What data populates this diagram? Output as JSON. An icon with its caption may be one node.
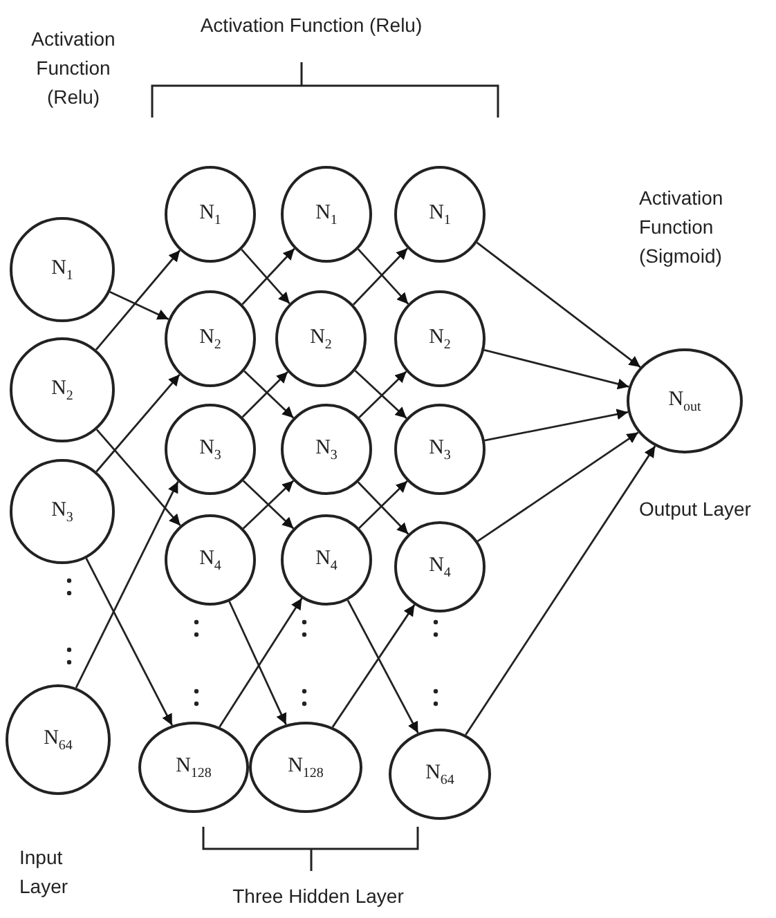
{
  "diagram": {
    "nodes": [
      {
        "text": [
          "N$_{1}$"
        ]
      },
      {
        "text": [
          "N$_{2}$"
        ]
      },
      {
        "text": [
          "N$_{3}$"
        ]
      },
      {
        "text": [
          "N$_{64}$"
        ]
      },
      {
        "text": [
          "N$_{1}$"
        ]
      },
      {
        "text": [
          "N$_{2}$"
        ]
      },
      {
        "text": [
          "N$_{3}$"
        ]
      },
      {
        "text": [
          "N$_{4}$"
        ]
      },
      {
        "text": [
          "N$_{128}$"
        ]
      },
      {
        "text": [
          "N$_{1}$"
        ]
      },
      {
        "text": [
          "N$_{2}$"
        ]
      },
      {
        "text": [
          "N$_{3}$"
        ]
      },
      {
        "text": [
          "N$_{4}$"
        ]
      },
      {
        "text": [
          "N$_{128}$"
        ]
      },
      {
        "text": [
          "N$_{1}$"
        ]
      },
      {
        "text": [
          "N$_{2}$"
        ]
      },
      {
        "text": [
          "N$_{3}$"
        ]
      },
      {
        "text": [
          "N$_{4}$"
        ]
      },
      {
        "text": [
          "N$_{64}$"
        ]
      },
      {
        "text": [
          "N$_{out}$"
        ]
      }
    ],
    "edges": [
      {
        "from": 0,
        "to": 5,
        "arrow": "to"
      },
      {
        "from": 1,
        "to": 4,
        "arrow": "to"
      },
      {
        "from": 1,
        "to": 7,
        "arrow": "to"
      },
      {
        "from": 2,
        "to": 5,
        "arrow": "to"
      },
      {
        "from": 2,
        "to": 8,
        "arrow": "to"
      },
      {
        "from": 3,
        "to": 6,
        "arrow": "to"
      },
      {
        "from": 4,
        "to": 10,
        "arrow": "to"
      },
      {
        "from": 5,
        "to": 9,
        "arrow": "to"
      },
      {
        "from": 5,
        "to": 11,
        "arrow": "to"
      },
      {
        "from": 6,
        "to": 10,
        "arrow": "to"
      },
      {
        "from": 6,
        "to": 12,
        "arrow": "to"
      },
      {
        "from": 7,
        "to": 11,
        "arrow": "to"
      },
      {
        "from": 7,
        "to": 13,
        "arrow": "to"
      },
      {
        "from": 8,
        "to": 12,
        "arrow": "to"
      },
      {
        "from": 9,
        "to": 15,
        "arrow": "to"
      },
      {
        "from": 10,
        "to": 14,
        "arrow": "to"
      },
      {
        "from": 10,
        "to": 16,
        "arrow": "to"
      },
      {
        "from": 11,
        "to": 15,
        "arrow": "to"
      },
      {
        "from": 11,
        "to": 17,
        "arrow": "to"
      },
      {
        "from": 12,
        "to": 16,
        "arrow": "to"
      },
      {
        "from": 12,
        "to": 18,
        "arrow": "to"
      },
      {
        "from": 13,
        "to": 17,
        "arrow": "to"
      },
      {
        "from": 14,
        "to": 19,
        "arrow": "to"
      },
      {
        "from": 15,
        "to": 19,
        "arrow": "to"
      },
      {
        "from": 16,
        "to": 19,
        "arrow": "to"
      },
      {
        "from": 17,
        "to": 19,
        "arrow": "to"
      },
      {
        "from": 18,
        "to": 19,
        "arrow": "to"
      }
    ],
    "labels": [
      "Activation Function (Relu)",
      "Activation Function (Relu)",
      "Activation Function (Sigmoid)",
      "Output Layer",
      "Input Layer",
      "Three Hidden Layer"
    ]
  }
}
